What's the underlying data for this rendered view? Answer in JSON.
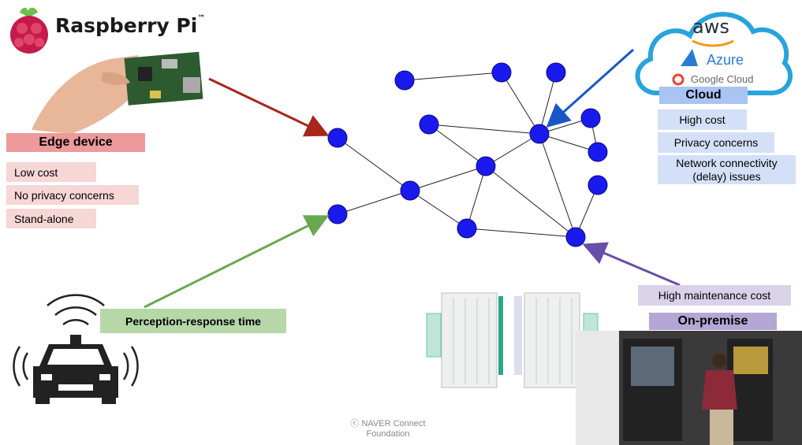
{
  "logo": {
    "text": "Raspberry Pi",
    "trademark": "™"
  },
  "edge": {
    "title": "Edge device",
    "items": [
      "Low cost",
      "No privacy concerns",
      "Stand-alone"
    ]
  },
  "cloud": {
    "logos": [
      "aws",
      "Azure",
      "Google Cloud"
    ],
    "title": "Cloud",
    "items": [
      "High cost",
      "Privacy concerns",
      "Network connectivity (delay) issues"
    ]
  },
  "onpremise": {
    "title": "On-premise",
    "item": "High maintenance cost"
  },
  "perception": {
    "label": "Perception-response time"
  },
  "footer": {
    "copyright": "ⓒ NAVER Connect Foundation"
  },
  "colors": {
    "node": "#1a1aee",
    "edge_arrow": "#a8261c",
    "cloud_arrow": "#1856c8",
    "car_arrow": "#6aa84f",
    "onprem_arrow": "#674ea7"
  }
}
